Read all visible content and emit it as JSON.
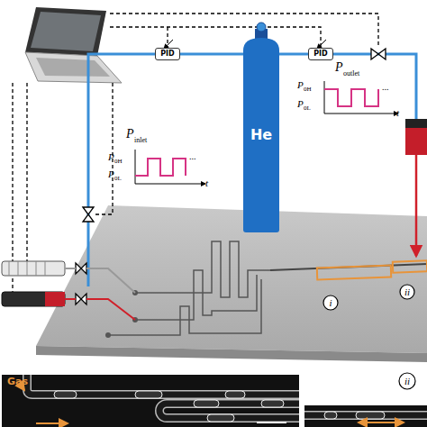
{
  "diagram": {
    "nodes": [
      {
        "text": [
          "PID"
        ]
      },
      {
        "text": [
          "He"
        ]
      },
      {
        "text": [
          "PID"
        ]
      },
      {
        "text": [
          "i"
        ]
      },
      {
        "text": [
          "ii"
        ]
      },
      {
        "text": [
          "ii"
        ]
      }
    ],
    "edges": [
      {
        "from": 1,
        "to": 0,
        "arrow": "none"
      },
      {
        "from": 1,
        "to": 2,
        "arrow": "none"
      }
    ],
    "labels": [
      "P",
      "outlet",
      "P",
      "0H",
      "P",
      "0L",
      "t",
      "...",
      "P",
      "inlet",
      "P",
      "0H",
      "P",
      "0L",
      "t",
      "...",
      "Gas"
    ]
  }
}
